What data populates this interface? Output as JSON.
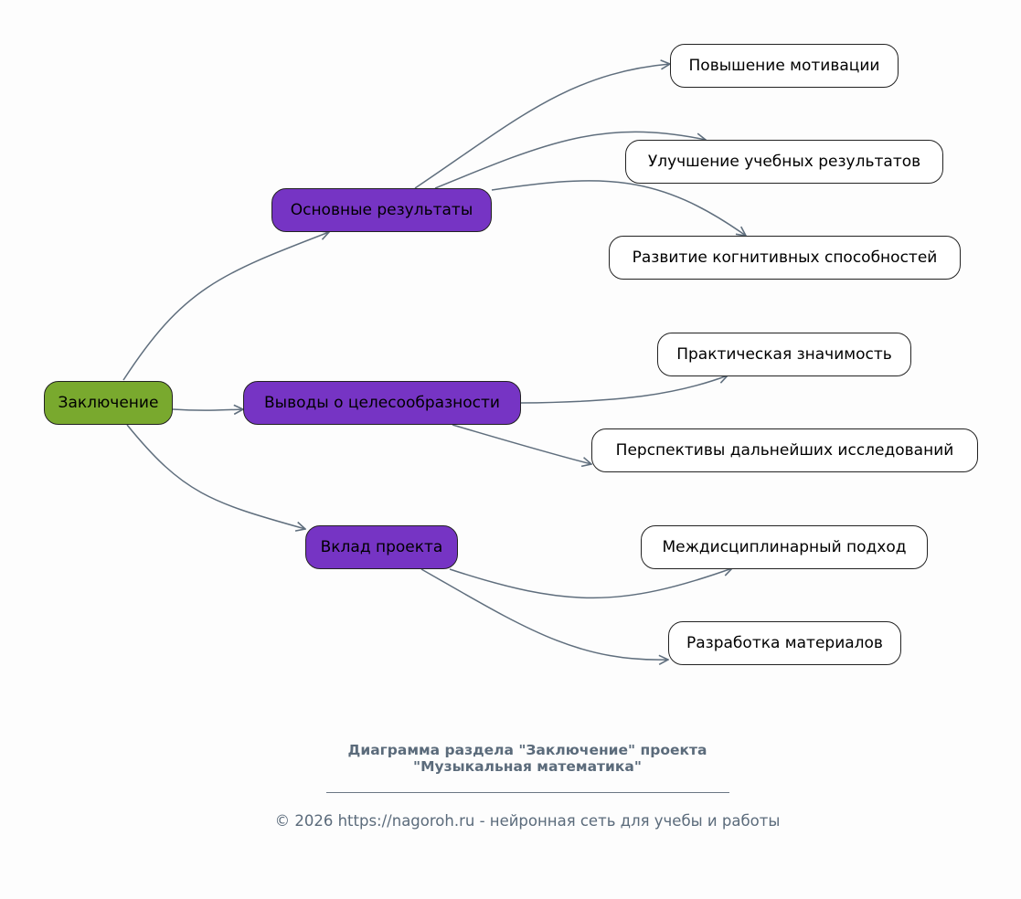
{
  "diagram": {
    "root": {
      "id": "root",
      "label": "Заключение",
      "color": "#79a92e"
    },
    "branches": [
      {
        "id": "b1",
        "label": "Основные результаты",
        "color": "#7634c4",
        "children": [
          {
            "id": "b1c1",
            "label": "Повышение мотивации"
          },
          {
            "id": "b1c2",
            "label": "Улучшение учебных результатов"
          },
          {
            "id": "b1c3",
            "label": "Развитие когнитивных способностей"
          }
        ]
      },
      {
        "id": "b2",
        "label": "Выводы о целесообразности",
        "color": "#7634c4",
        "children": [
          {
            "id": "b2c1",
            "label": "Практическая значимость"
          },
          {
            "id": "b2c2",
            "label": "Перспективы дальнейших исследований"
          }
        ]
      },
      {
        "id": "b3",
        "label": "Вклад проекта",
        "color": "#7634c4",
        "children": [
          {
            "id": "b3c1",
            "label": "Междисциплинарный подход"
          },
          {
            "id": "b3c2",
            "label": "Разработка материалов"
          }
        ]
      }
    ],
    "leaf_color": "#ffffff",
    "edge_color": "#5f6e7d"
  },
  "footer": {
    "title": "Диаграмма раздела \"Заключение\" проекта\n\"Музыкальная математика\"",
    "copyright": "© 2026 https://nagoroh.ru - нейронная сеть для учебы и работы"
  }
}
